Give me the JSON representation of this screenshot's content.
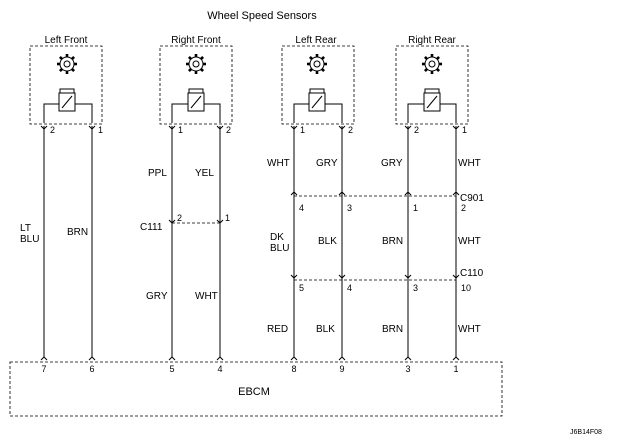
{
  "title": "Wheel Speed Sensors",
  "sensors": [
    {
      "name": "Left Front"
    },
    {
      "name": "Right Front"
    },
    {
      "name": "Left Rear"
    },
    {
      "name": "Right Rear"
    }
  ],
  "pins": {
    "lf_a": "2",
    "lf_b": "1",
    "rf_a": "1",
    "rf_b": "2",
    "lr_a": "1",
    "lr_b": "2",
    "rr_a": "2",
    "rr_b": "1"
  },
  "wire_labels": {
    "lf_a": "LT\nBLU",
    "lf_b": "BRN",
    "rf_a_top": "PPL",
    "rf_b_top": "YEL",
    "rf_a_bot": "GRY",
    "rf_b_bot": "WHT",
    "lr_a_top": "WHT",
    "lr_b_top": "GRY",
    "rr_a_top": "GRY",
    "rr_b_top": "WHT",
    "lr_a_mid": "DK\nBLU",
    "lr_b_mid": "BLK",
    "rr_a_mid": "BRN",
    "rr_b_mid": "WHT",
    "lr_a_bot": "RED",
    "lr_b_bot": "BLK",
    "rr_a_bot": "BRN",
    "rr_b_bot": "WHT"
  },
  "connectors": {
    "c111": {
      "name": "C111",
      "pin_left": "2",
      "pin_right": "1"
    },
    "c901": {
      "name": "C901",
      "pins": [
        "4",
        "3",
        "1",
        "2"
      ]
    },
    "c110": {
      "name": "C110",
      "pins": [
        "5",
        "4",
        "3",
        "10"
      ]
    }
  },
  "ebcm": {
    "name": "EBCM",
    "pins": [
      "7",
      "6",
      "5",
      "4",
      "8",
      "9",
      "3",
      "1"
    ]
  },
  "figure_code": "J6B14F08"
}
